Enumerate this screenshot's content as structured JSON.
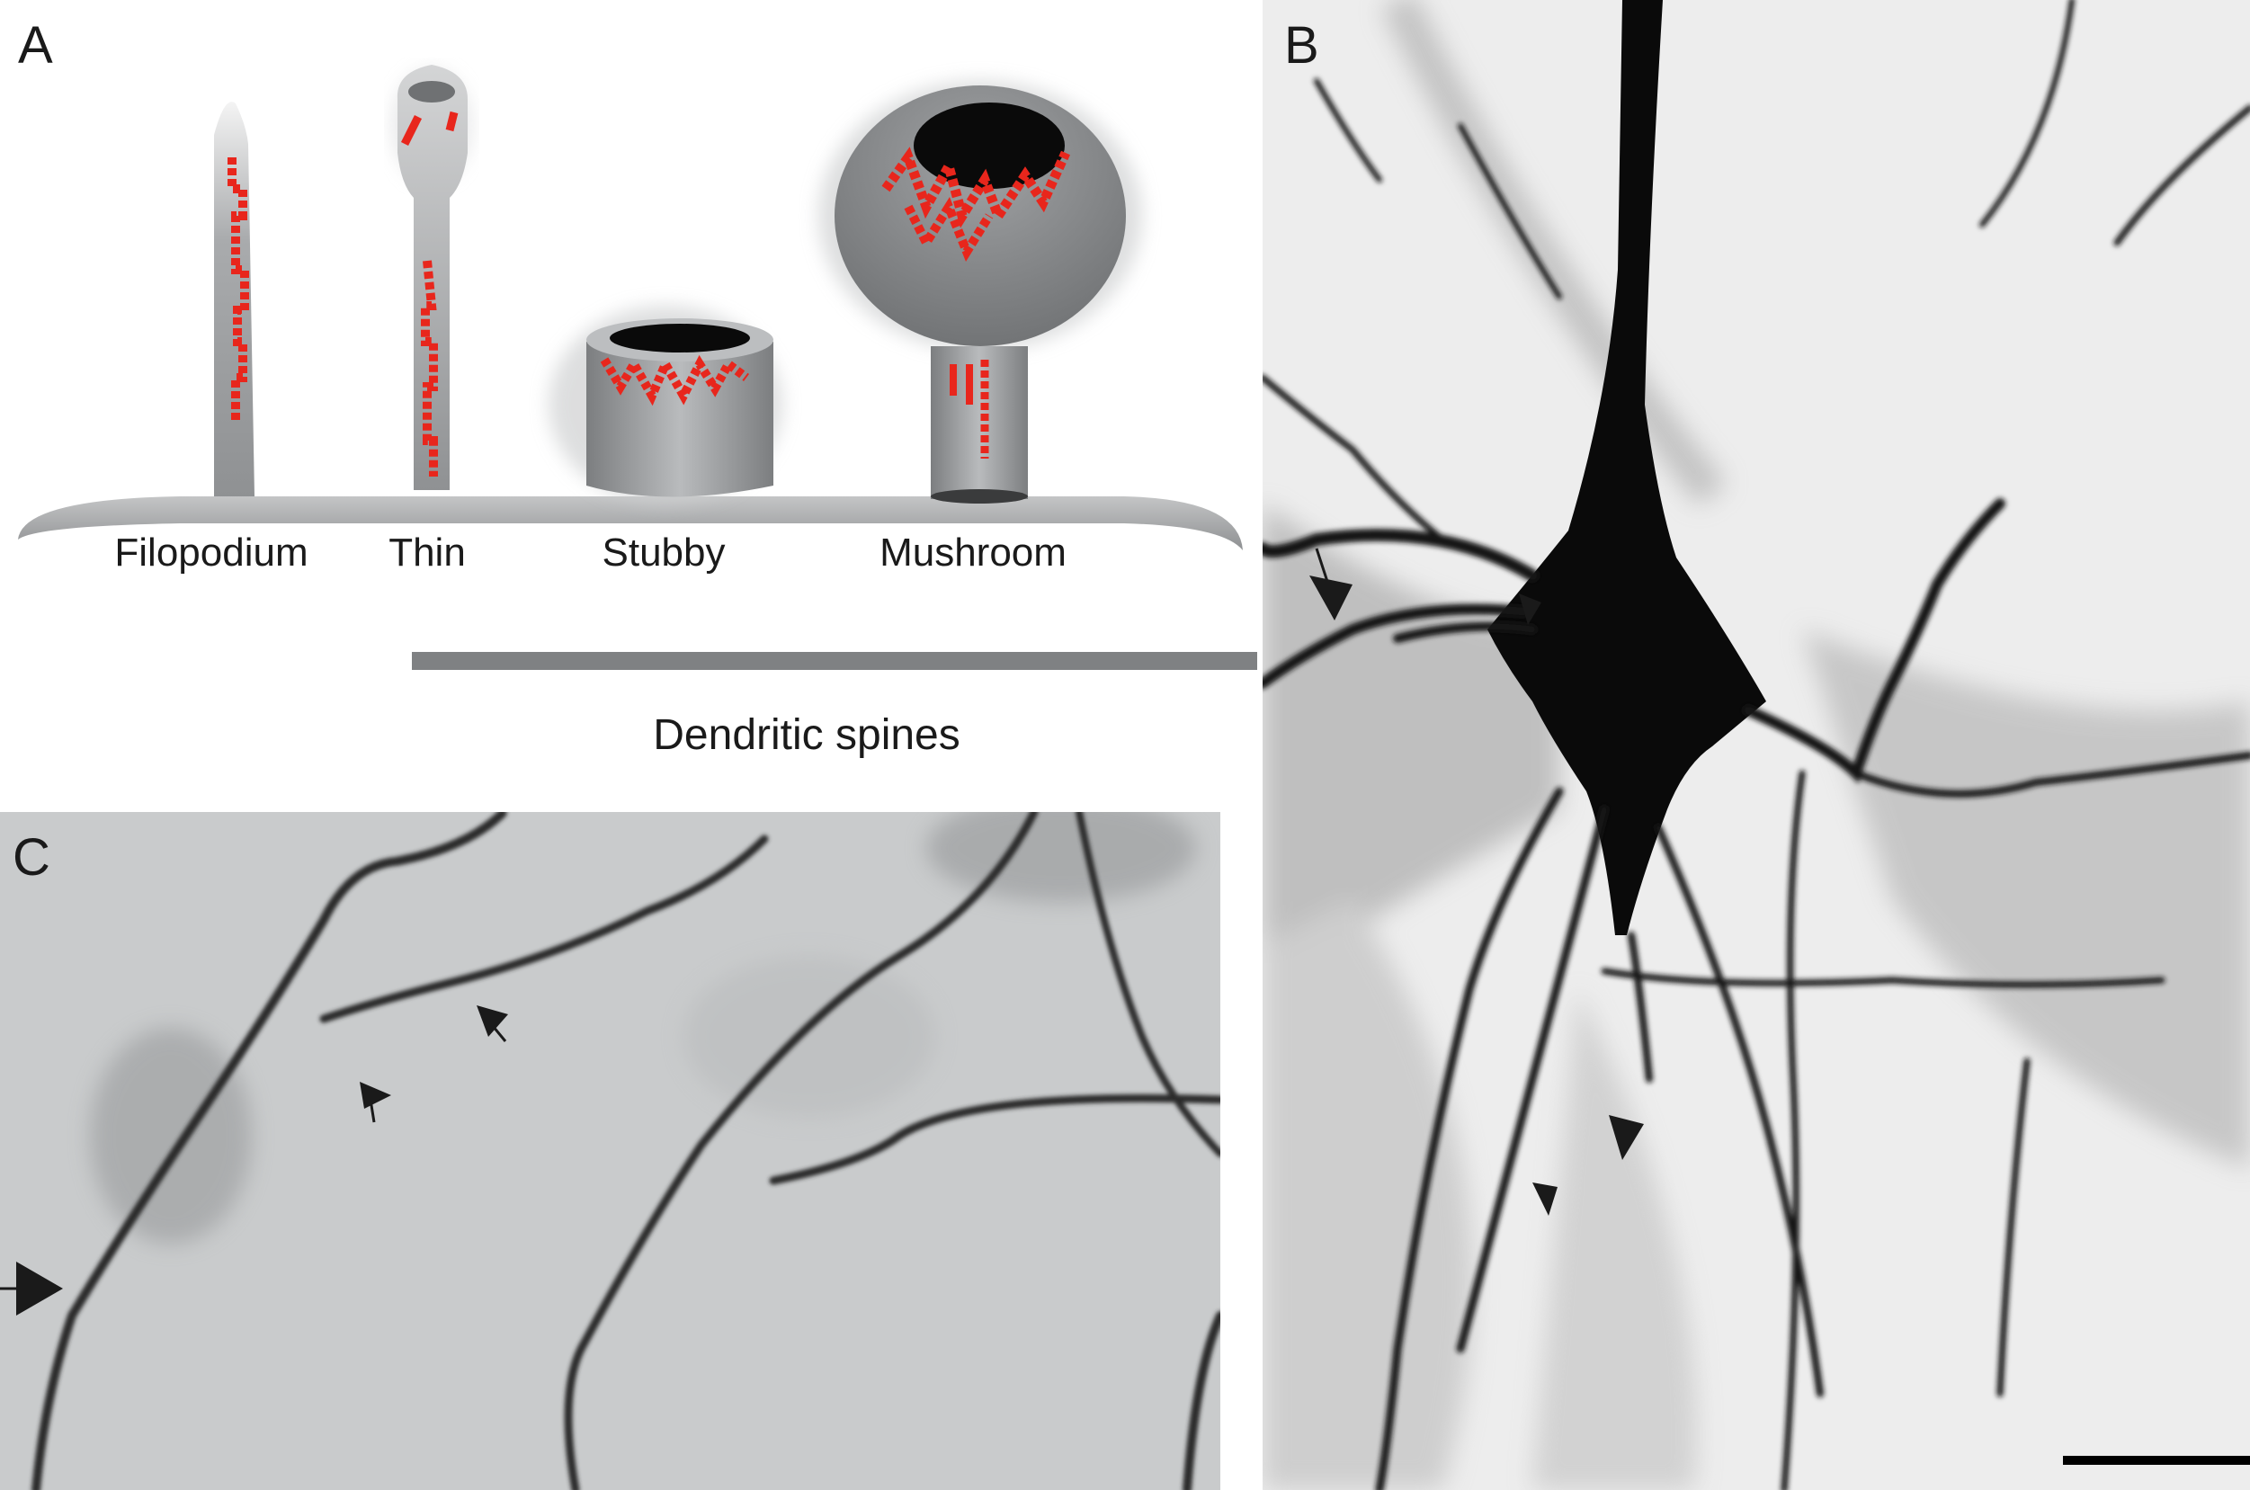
{
  "figure": {
    "panels": [
      {
        "id": "A",
        "label": "A",
        "type": "schematic",
        "spine_types": [
          {
            "name": "Filopodium"
          },
          {
            "name": "Thin"
          },
          {
            "name": "Stubby"
          },
          {
            "name": "Mushroom"
          }
        ],
        "category_label": "Dendritic spines",
        "colors": {
          "spine_gray": "#8a8c8e",
          "actin_red": "#e8261c",
          "dendrite_gray": "#a5a7a9",
          "psd_black": "#0a0a0a"
        }
      },
      {
        "id": "B",
        "label": "B",
        "type": "micrograph",
        "description": "Golgi-stained pyramidal neuron with arrows indicating dendritic spines",
        "arrow_count": 4,
        "has_scale_bar": true
      },
      {
        "id": "C",
        "label": "C",
        "type": "micrograph",
        "description": "Higher magnification dendrites with spines, arrows indicating spines",
        "arrow_count": 3
      }
    ]
  }
}
